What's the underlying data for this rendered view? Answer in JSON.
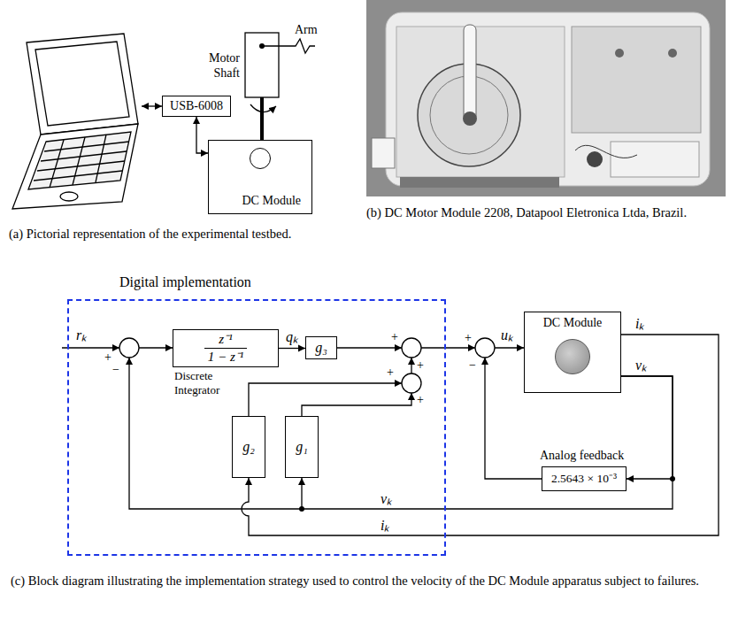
{
  "diagram": {
    "nodes": [
      {
        "text": [
          "USB-6008"
        ]
      },
      {
        "text": [
          "DC Module"
        ]
      },
      {
        "text": [
          "Digital implementation"
        ]
      },
      {
        "text": [
          "z⁻¹",
          "1 − z⁻¹"
        ],
        "in": 2
      },
      {
        "text": [
          "g₃"
        ],
        "in": 2
      },
      {
        "text": [
          "g₂"
        ],
        "in": 2
      },
      {
        "text": [
          "g₁"
        ],
        "in": 2
      },
      {
        "text": [
          "DC Module"
        ]
      },
      {
        "text": [
          "2.5643 × 10⁻³"
        ]
      }
    ],
    "edges": [
      {
        "from": 0,
        "to": 1,
        "arrow": "both"
      },
      {
        "from": 3,
        "to": 4,
        "arrow": "to",
        "label": "qₖ"
      },
      {
        "from": 7,
        "to": 8,
        "arrow": "to"
      },
      {
        "from": 7,
        "to": 6,
        "arrow": "to"
      },
      {
        "from": 7,
        "to": 5,
        "arrow": "to"
      }
    ],
    "labels": [
      "Motor Shaft",
      "Arm",
      "(a) Pictorial representation of the experimental testbed.",
      "(b) DC Motor Module 2208, Datapool Eletronica Ltda, Brazil.",
      "rₖ",
      "+",
      "−",
      "Discrete Integrator",
      "+",
      "+",
      "+",
      "+",
      "uₖ",
      "+",
      "−",
      "iₖ",
      "vₖ",
      "Analog feedback",
      "vₖ",
      "iₖ",
      "(c) Block diagram illustrating the implementation strategy used to control the velocity of the DC Module apparatus subject to failures."
    ]
  }
}
